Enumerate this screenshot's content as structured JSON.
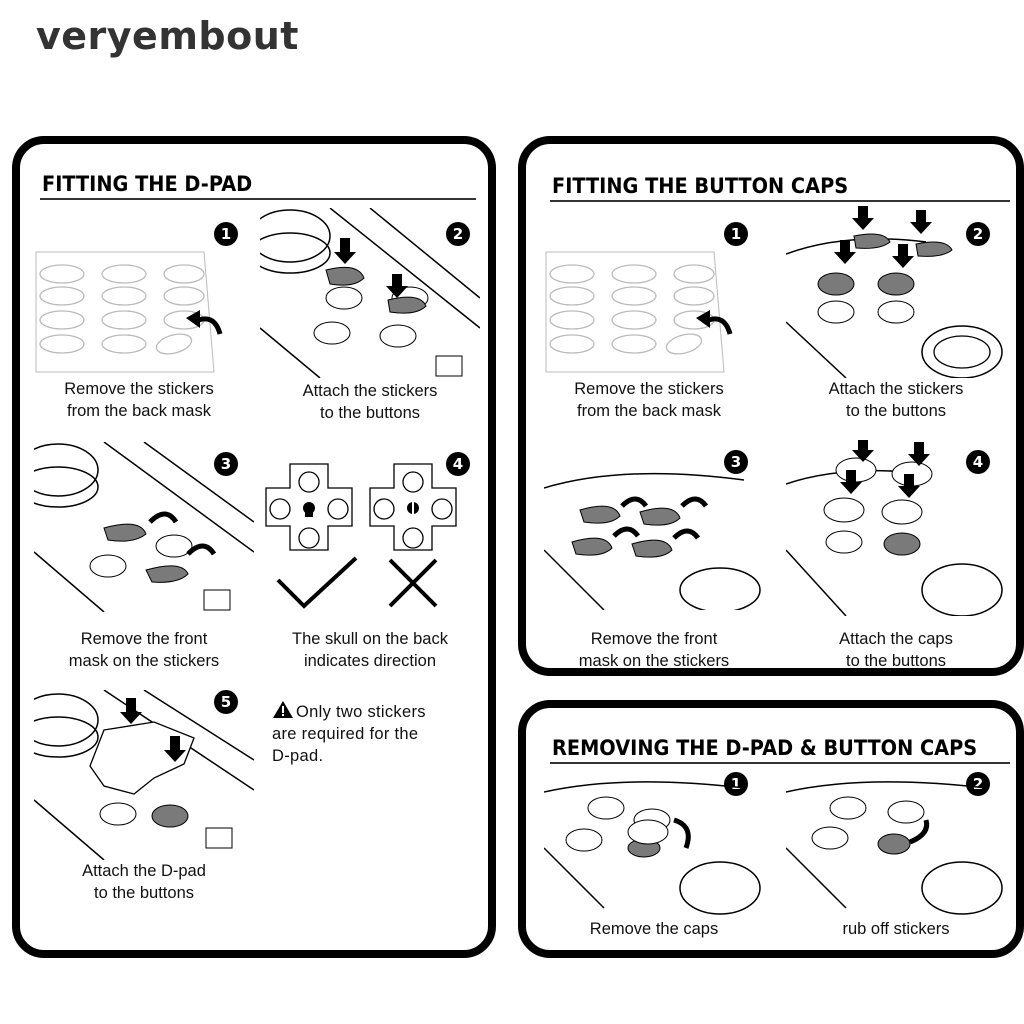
{
  "brand": "veryembout",
  "panels": {
    "dpad": {
      "title": "FITTING THE D-PAD",
      "steps": [
        {
          "num": "1",
          "caption_l1": "Remove the stickers",
          "caption_l2": "from the back mask"
        },
        {
          "num": "2",
          "caption_l1": "Attach the stickers",
          "caption_l2": "to the buttons"
        },
        {
          "num": "3",
          "caption_l1": "Remove the front",
          "caption_l2": "mask on the stickers"
        },
        {
          "num": "4",
          "caption_l1": "The skull on the back",
          "caption_l2": "indicates direction"
        },
        {
          "num": "5",
          "caption_l1": "Attach the D-pad",
          "caption_l2": "to the buttons"
        }
      ],
      "note": {
        "l1": "Only two stickers",
        "l2": "are required for the",
        "l3": "D-pad."
      }
    },
    "caps": {
      "title": "FITTING THE BUTTON CAPS",
      "steps": [
        {
          "num": "1",
          "caption_l1": "Remove the stickers",
          "caption_l2": "from the back mask"
        },
        {
          "num": "2",
          "caption_l1": "Attach the stickers",
          "caption_l2": "to the buttons"
        },
        {
          "num": "3",
          "caption_l1": "Remove the front",
          "caption_l2": "mask on the stickers"
        },
        {
          "num": "4",
          "caption_l1": "Attach the caps",
          "caption_l2": "to the buttons"
        }
      ]
    },
    "removing": {
      "title": "REMOVING THE D-PAD & BUTTON CAPS",
      "steps": [
        {
          "num": "1",
          "caption_l1": "Remove the caps"
        },
        {
          "num": "2",
          "caption_l1": "rub off stickers"
        }
      ]
    }
  },
  "colors": {
    "border": "#000000",
    "sticker": "#7a7a7a",
    "text": "#111111"
  },
  "icons": {
    "warning": "warning-triangle-icon",
    "check": "checkmark-icon",
    "cross": "cross-icon",
    "skull": "skull-icon",
    "arrow": "arrow-icon"
  }
}
